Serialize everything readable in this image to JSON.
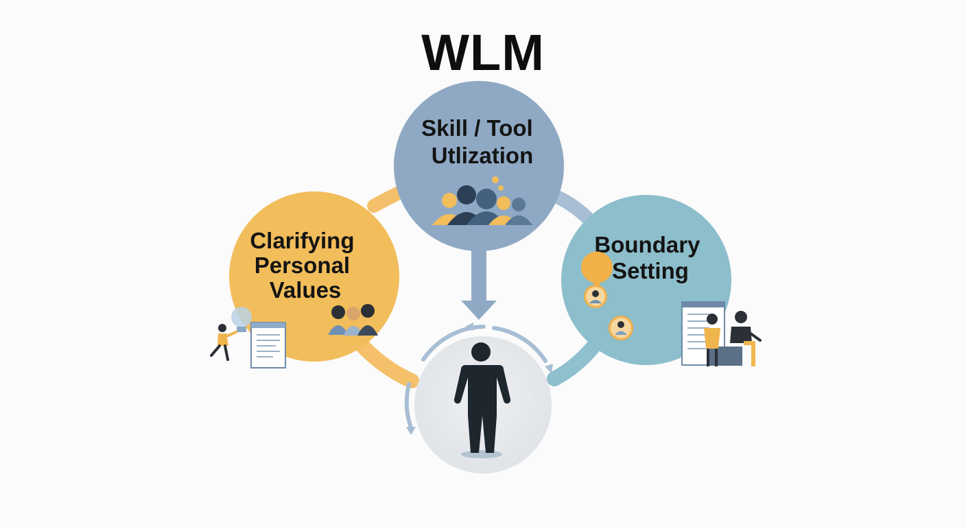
{
  "diagram": {
    "title": "WLM",
    "nodes": {
      "skill": {
        "line1": "Skill / Tool",
        "line2": "Utlization"
      },
      "values": {
        "line1": "Clarifying",
        "line2": "Personal",
        "line3": "Values"
      },
      "boundary": {
        "line1": "Boundary",
        "line2": "Setting"
      },
      "center": {
        "icon": "person-icon"
      }
    },
    "colors": {
      "skill": "#8fa9c4",
      "values": "#f2bd5b",
      "boundary": "#8dbecb",
      "center": "#e5e7ea",
      "figure": "#1e262e",
      "connector_orange": "#f4c06a",
      "connector_blue": "#a7bed4",
      "connector_teal": "#8ec0cd"
    }
  }
}
